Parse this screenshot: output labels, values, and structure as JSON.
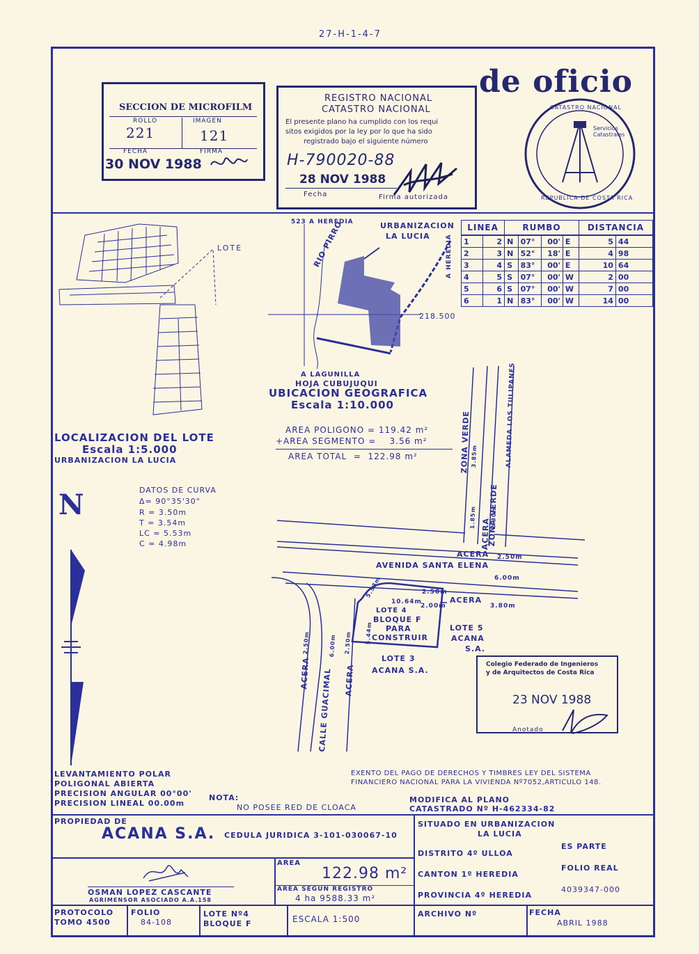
{
  "header_code": "27-H-1-4-7",
  "microfilm": {
    "title": "SECCION DE MICROFILM",
    "rollo_label": "ROLLO",
    "rollo": "221",
    "imagen_label": "IMAGEN",
    "imagen": "121",
    "fecha_label": "FECHA",
    "fecha": "30 NOV 1988",
    "firma_label": "FIRMA"
  },
  "registro": {
    "line1": "REGISTRO NACIONAL",
    "line2": "CATASTRO NACIONAL",
    "text1": "El presente plano ha cumplido con los requi",
    "text2": "sitos exigidos por la ley por lo que ha sido",
    "text3": "registrado bajo el siguiente número",
    "numero": "H-790020-88",
    "fecha": "28 NOV 1988",
    "fecha_label": "Fecha",
    "firma_label": "Firma autorizada"
  },
  "de_oficio": "de oficio",
  "seal": {
    "top": "CATASTRO NACIONAL",
    "bottom": "REPUBLICA DE COSTA RICA",
    "center": "Servicios Catastrales"
  },
  "localizacion": {
    "title": "LOCALIZACION DEL LOTE",
    "escala": "Escala 1:5.000",
    "sub": "URBANIZACION LA LUCIA",
    "lote_label": "LOTE"
  },
  "ubicacion": {
    "title": "UBICACION GEOGRAFICA",
    "escala": "Escala 1:10.000",
    "hoja": "HOJA CUBUJUQUI",
    "lagunilla": "A LAGUNILLA",
    "heredia_top": "A HEREDIA",
    "heredia_right": "A HEREDIA",
    "rio": "RIO PIRRO",
    "urbanizacion1": "URBANIZACION",
    "urbanizacion2": "LA LUCIA",
    "coord_x": "523",
    "coord_y": "218.500"
  },
  "rumbo_table": {
    "headers": [
      "LINEA",
      "RUMBO",
      "DISTANCIA"
    ],
    "rows": [
      {
        "a": "1",
        "b": "2",
        "c1": "N",
        "deg": "07°",
        "min": "00'",
        "c2": "E",
        "d1": "5",
        "d2": "44"
      },
      {
        "a": "2",
        "b": "3",
        "c1": "N",
        "deg": "52°",
        "min": "18'",
        "c2": "E",
        "d1": "4",
        "d2": "98"
      },
      {
        "a": "3",
        "b": "4",
        "c1": "S",
        "deg": "83°",
        "min": "00'",
        "c2": "E",
        "d1": "10",
        "d2": "64"
      },
      {
        "a": "4",
        "b": "5",
        "c1": "S",
        "deg": "07°",
        "min": "00'",
        "c2": "W",
        "d1": "2",
        "d2": "00"
      },
      {
        "a": "5",
        "b": "6",
        "c1": "S",
        "deg": "07°",
        "min": "00'",
        "c2": "W",
        "d1": "7",
        "d2": "00"
      },
      {
        "a": "6",
        "b": "1",
        "c1": "N",
        "deg": "83°",
        "min": "00'",
        "c2": "W",
        "d1": "14",
        "d2": "00"
      }
    ]
  },
  "areas": {
    "poligono": "AREA POLIGONO = 119.42 m²",
    "segmento": "+AREA SEGMENTO =    3.56 m²",
    "total": "AREA TOTAL  =  122.98 m²"
  },
  "curva": {
    "title": "DATOS DE CURVA",
    "delta": "Δ= 90°35'30\"",
    "r": "R = 3.50m",
    "t": "T = 3.54m",
    "lc": "LC = 5.53m",
    "c": "C = 4.98m"
  },
  "north": "N",
  "plan": {
    "acera": "ACERA",
    "zona_verde": "ZONA VERDE",
    "alameda": "ALAMEDA LOS TULIPANES",
    "avenida": "AVENIDA SANTA ELENA",
    "calle": "CALLE GUACIMAL",
    "d_250": "2.50m",
    "d_600": "6.00m",
    "d_380": "3.80m",
    "d_385": "3.85m",
    "d_185": "1.85m",
    "d_230": "2.30m",
    "lote4": "LOTE 4",
    "bloque": "BLOQUE F",
    "para": "PARA",
    "construir": "CONSTRUIR",
    "lote5": "LOTE 5",
    "acana": "ACANA",
    "sa": "S.A.",
    "lote3": "LOTE 3",
    "acana_sa": "ACANA S.A.",
    "s1": "10.64m",
    "s2": "2.00m",
    "s3": "5.44m",
    "s4": "5.53m",
    "s5": "2.50m"
  },
  "colegio": {
    "line1": "Colegio Federado de Ingenieros",
    "line2": "y de Arquitectos de Costa Rica",
    "fecha": "23 NOV 1988",
    "anotado": "Anotado"
  },
  "levantamiento": {
    "l1": "LEVANTAMIENTO POLAR",
    "l2": "POLIGONAL ABIERTA",
    "l3": "PRECISION ANGULAR 00°00'",
    "l4": "PRECISION LINEAL 00.00m",
    "nota": "NOTA:",
    "nota_text": "NO POSEE RED DE CLOACA"
  },
  "exento": {
    "l1": "EXENTO DEL PAGO DE DERECHOS Y TIMBRES LEY DEL SISTEMA",
    "l2": "FINANCIERO NACIONAL PARA LA VIVIENDA Nº7052,ARTICULO 148."
  },
  "modifica": {
    "l1": "MODIFICA AL PLANO",
    "l2": "CATASTRADO Nº H-462334-82"
  },
  "titleblock": {
    "propiedad_label": "PROPIEDAD DE",
    "propiedad": "ACANA S.A.",
    "cedula": "CEDULA JURIDICA 3-101-030067-10",
    "situado1": "SITUADO EN URBANIZACION",
    "situado2": "LA LUCIA",
    "distrito": "DISTRITO 4º ULLOA",
    "canton": "CANTON 1º HEREDIA",
    "provincia": "PROVINCIA 4º HEREDIA",
    "es_parte": "ES PARTE",
    "folio_real": "FOLIO REAL",
    "folio_num": "4039347-000",
    "agrimensor_name": "OSMAN LOPEZ CASCANTE",
    "agrimensor_title": "AGRIMENSOR ASOCIADO A.A.158",
    "area_label": "AREA",
    "area": "122.98 m²",
    "area_reg_label": "AREA SEGUN REGISTRO",
    "area_reg": "4 ha 9588.33 m²",
    "protocolo": "PROTOCOLO",
    "tomo": "TOMO 4500",
    "folio_label": "FOLIO",
    "folio": "84-108",
    "lote": "LOTE Nº4",
    "bloque": "BLOQUE F",
    "escala": "ESCALA 1:500",
    "archivo": "ARCHIVO Nº",
    "fecha_label": "FECHA",
    "fecha": "ABRIL 1988"
  }
}
